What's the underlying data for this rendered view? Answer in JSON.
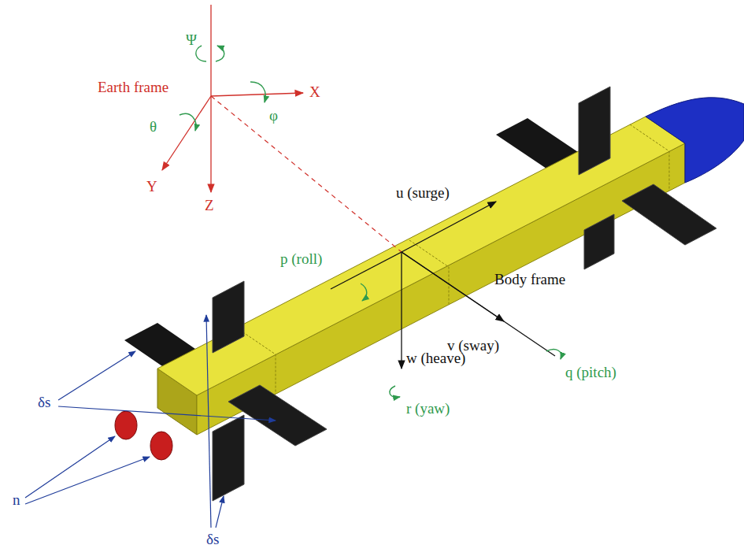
{
  "diagram": {
    "labels": [
      "Ψ",
      "Earth frame",
      "X",
      "φ",
      "θ",
      "Y",
      "Z",
      "u (surge)",
      "p (roll)",
      "Body frame",
      "v (sway)",
      "w (heave)",
      "q (pitch)",
      "r (yaw)",
      "δs",
      "n",
      "δs"
    ]
  }
}
